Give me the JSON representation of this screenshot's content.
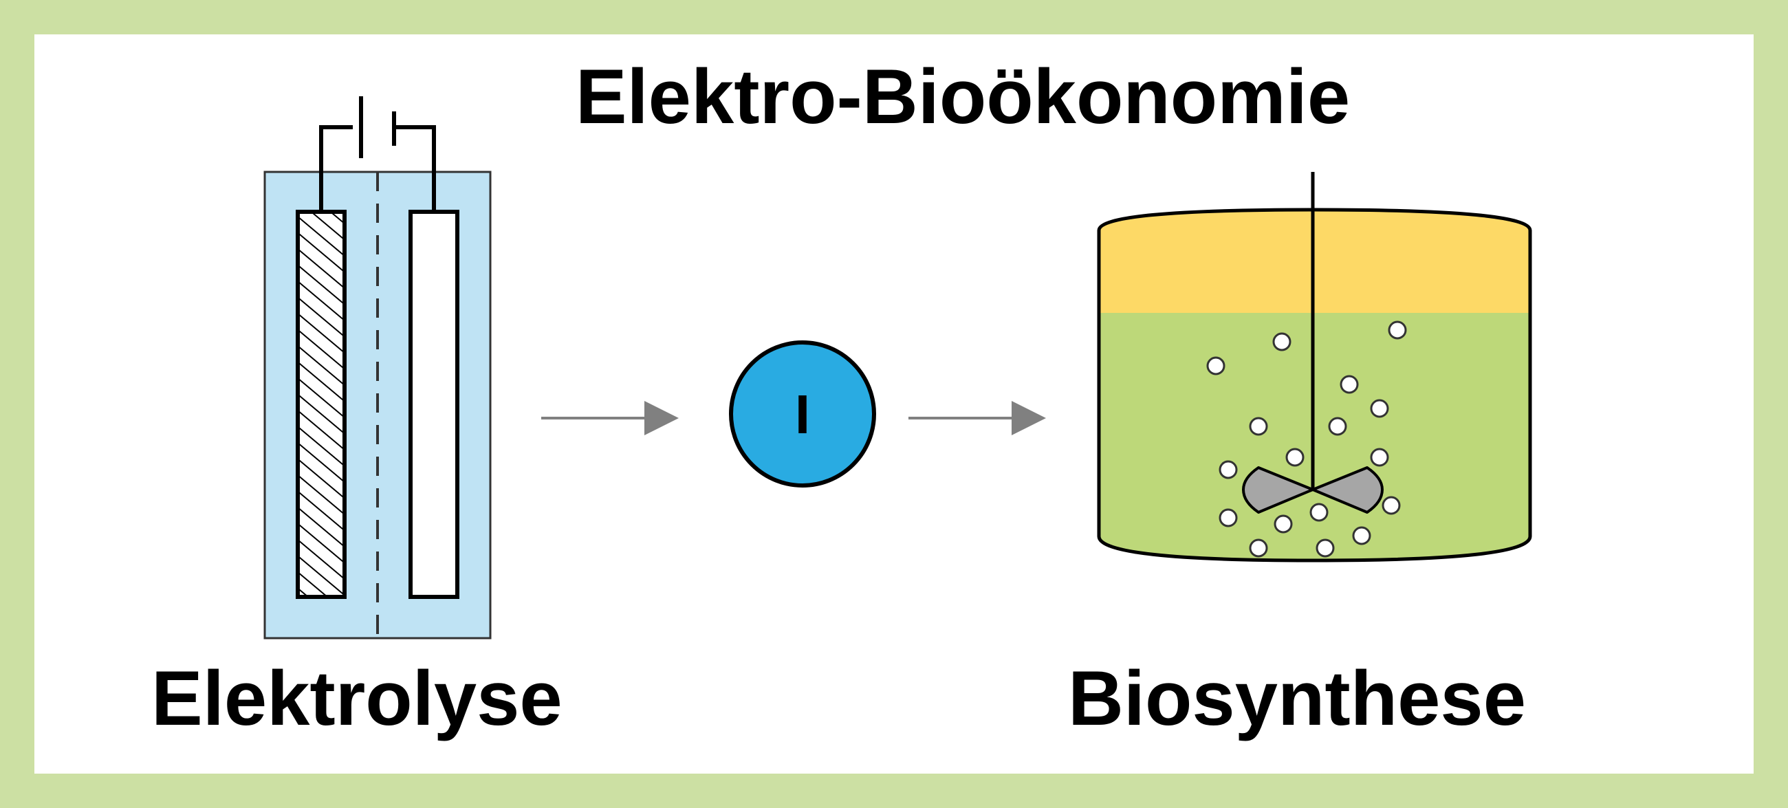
{
  "title": "Elektro-Bioökonomie",
  "electrolysis": {
    "label": "Elektrolyse"
  },
  "intermediate": {
    "symbol": "I"
  },
  "biosynthesis": {
    "label": "Biosynthese"
  },
  "colors": {
    "frame": "#cce0a3",
    "electrolyte": "#bfe3f4",
    "intermediate_fill": "#29abe2",
    "headspace": "#fdd966",
    "broth": "#bdd879",
    "impeller": "#a6a6a6",
    "arrow": "#808080"
  }
}
